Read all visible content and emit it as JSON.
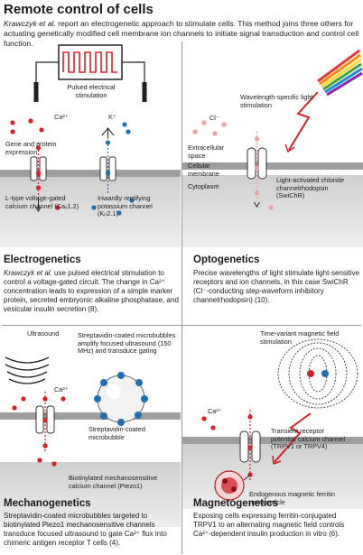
{
  "header": {
    "title": "Remote control of cells",
    "subtitle_author": "Krawczyk et al.",
    "subtitle_rest": " report an electrogenetic approach to stimulate cells. This method joins three others for actuating genetically modified cell membrane ion channels to initiate signal transduction and control cell function."
  },
  "electro": {
    "stimulation": "Pulsed electrical stimulation",
    "ca": "Ca²⁺",
    "k": "K⁺",
    "gene": "Gene and protein expression",
    "ltype": "L-type voltage-gated calcium channel (Caᵥ1.2)",
    "inward": "Inwardly rectifying potassium channel (Kᵢᵣ2.1)",
    "title": "Electrogenetics",
    "desc_author": "Krawczyk et al.",
    "desc_rest": " use pulsed electrical stimulation to control a voltage-gated circuit. The change in Ca²⁺ concentration leads to expression of a simple marker protein, secreted embryonic alkaline phosphatase, and vesicular insulin secretion (8)."
  },
  "opto": {
    "cl": "Cl⁻",
    "wavelength": "Wavelength-specific light stimulation",
    "extracellular": "Extracellular space",
    "cellular": "Cellular membrane",
    "cytoplasm": "Cytoplasm",
    "chloride": "Light-activated chloride channelrhodopsin (SwiChR)",
    "title": "Optogenetics",
    "desc": "Precise wavelengths of light stimulate light-sensitive receptors and ion channels, in this case SwiChR (Cl⁻-conducting step-waveform inhibitory channelrhodopsin) (10)."
  },
  "mechano": {
    "ultrasound": "Ultrasound",
    "amplify": "Streptavidin-coated microbubbles amplify focused ultrasound (150 MHz) and transduce gating",
    "ca": "Ca²⁺",
    "microbubble": "Streptavidin-coated microbubble",
    "piezo": "Biotinylated mechanosensitive calcium channel (Piezo1)",
    "title": "Mechanogenetics",
    "desc": "Streptavidin-coated microbubbles targeted to biotinylated Piezo1 mechanosensitive channels transduce focused ultrasound to gate Ca²⁺ flux into chimeric antigen receptor T cells (4)."
  },
  "magneto": {
    "field": "Time-variant magnetic field stimulation",
    "ca": "Ca²⁺",
    "trpv": "Transient receptor potential calcium channel (TRPV1 or TRPV4)",
    "ferritin": "Endogenous magnetic ferritin nanoparticle",
    "title": "Magnetogenetics",
    "desc": "Exposing cells expressing ferritin-conjugated TRPV1 to an alternating magnetic field controls Ca²⁺-dependent insulin production in vitro (6)."
  },
  "colors": {
    "ion_red": "#d2232a",
    "ion_blue": "#1f6fb2",
    "ion_pink": "#e8a3a3",
    "channel_blue": "#1f6fb2",
    "membrane_gray": "#9e9e9e"
  }
}
